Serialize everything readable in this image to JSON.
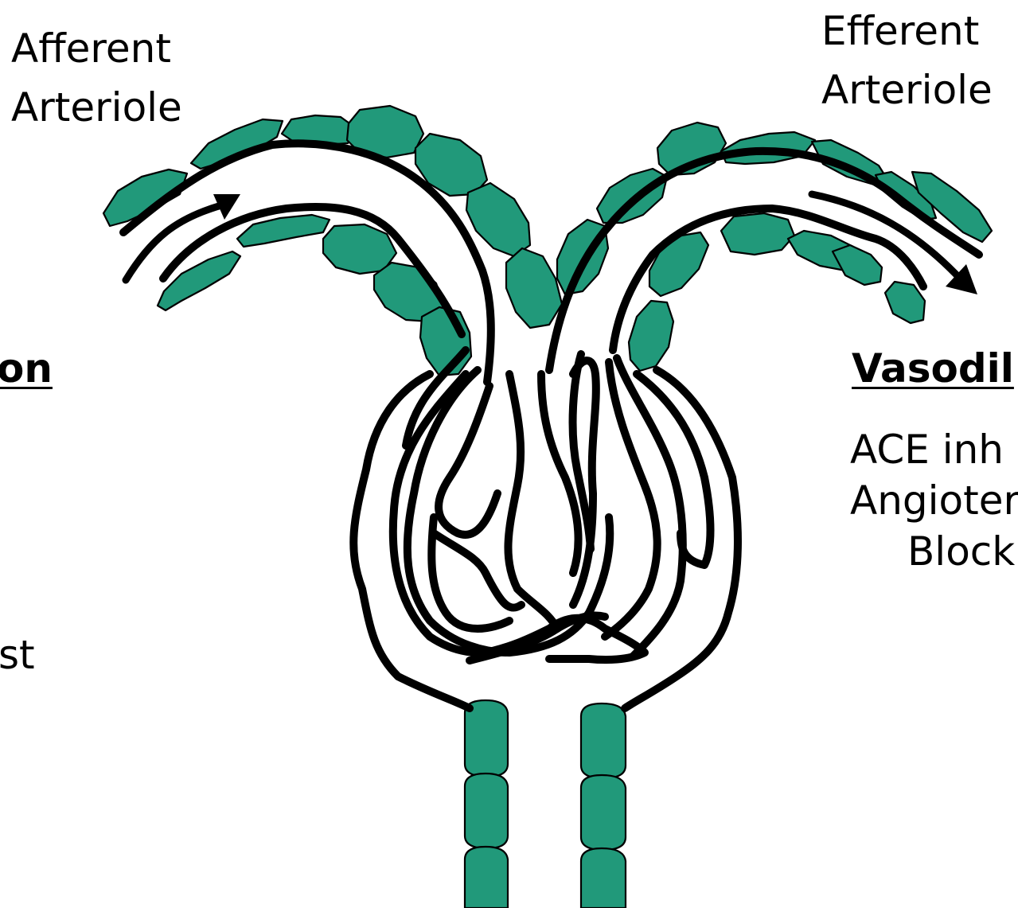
{
  "colors": {
    "cell_fill": "#21997a",
    "outline": "#000000",
    "background": "#ffffff"
  },
  "labels": {
    "afferent_line1": "Afferent",
    "afferent_line2": "Arteriole",
    "efferent_line1": "Efferent",
    "efferent_line2": "Arteriole",
    "left_heading_fragment": "on",
    "left_text_fragment": "st",
    "right_heading": "Vasodil",
    "right_item1": "ACE inh",
    "right_item2": "Angioter",
    "right_item3": "Block"
  }
}
